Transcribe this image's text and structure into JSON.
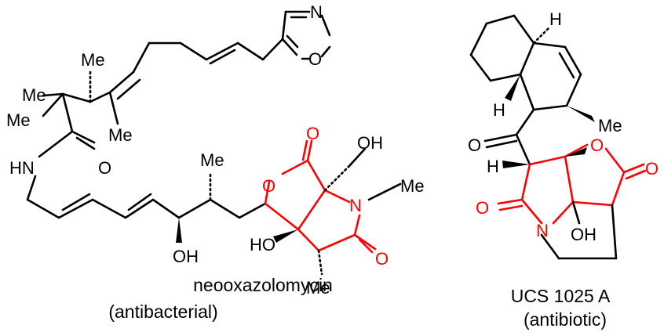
{
  "colors": {
    "bond": "#000000",
    "highlight": "#ff0000"
  },
  "molecule_1": {
    "name": "neooxazolomycin",
    "activity": "(antibacterial)",
    "atoms": {
      "n_oxazole": "N",
      "o_oxazole": "O",
      "me_1": "Me",
      "me_2": "Me",
      "me_3": "Me",
      "me_4": "Me",
      "me_5": "Me",
      "hn": "HN",
      "o_amide": "O",
      "oh_1": "OH",
      "oh_2": "OH",
      "ho": "HO",
      "o_lactone_ring": "O",
      "o_lactone_carbonyl": "O",
      "n_lactam": "N",
      "me_n": "Me",
      "o_lactam": "O",
      "me_ring": "Me"
    }
  },
  "molecule_2": {
    "name": "UCS 1025 A",
    "activity": "(antibiotic)",
    "atoms": {
      "h_top": "H",
      "h_mid": "H",
      "me": "Me",
      "o_ketone": "O",
      "h_alpha": "H",
      "o_lactone_ring": "O",
      "o_lactone_carbonyl": "O",
      "o_lactam": "O",
      "n": "N",
      "oh": "OH"
    }
  }
}
